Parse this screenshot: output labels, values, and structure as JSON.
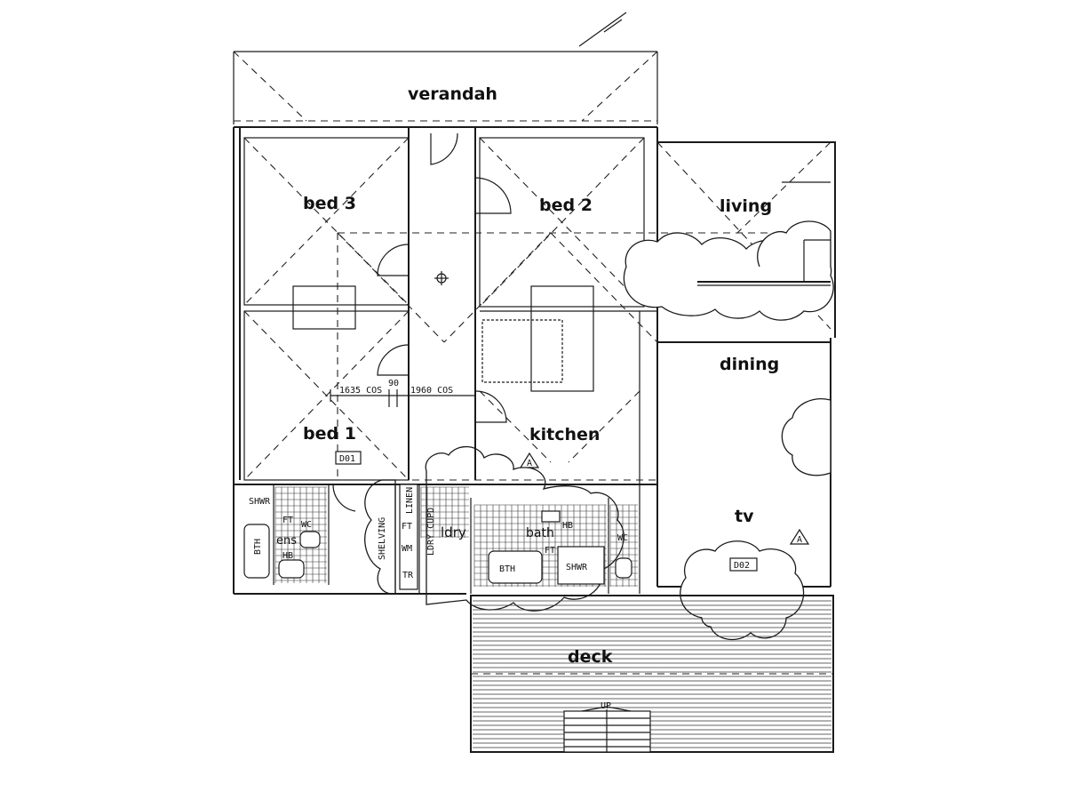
{
  "rooms": {
    "verandah": "verandah",
    "bed3": "bed 3",
    "bed2": "bed 2",
    "living": "living",
    "dining": "dining",
    "bed1": "bed 1",
    "kitchen": "kitchen",
    "tv": "tv",
    "deck": "deck",
    "ens": "ens",
    "ldry": "ldry",
    "bath": "bath"
  },
  "fixtures": {
    "shwr_ens": "SHWR",
    "ft_ens": "FT",
    "wc_ens": "WC",
    "bth_ens": "BTH",
    "hb_ens": "HB",
    "shelving": "SHELVING",
    "linen": "LINEN",
    "ft_ldry": "FT",
    "wm": "WM",
    "tr": "TR",
    "ldry_cupd": "LDRY CUPD",
    "hb_bath": "HB",
    "ft_bath": "FT",
    "bth_bath": "BTH",
    "shwr_bath": "SHWR",
    "wc_bath": "WC",
    "up": "UP"
  },
  "tags": {
    "d01": "D01",
    "d02": "D02",
    "section_a1": "A",
    "section_a2": "A"
  },
  "dimensions": {
    "dim1": "1635 COS",
    "dim2": "90",
    "dim3": "1960 COS"
  }
}
